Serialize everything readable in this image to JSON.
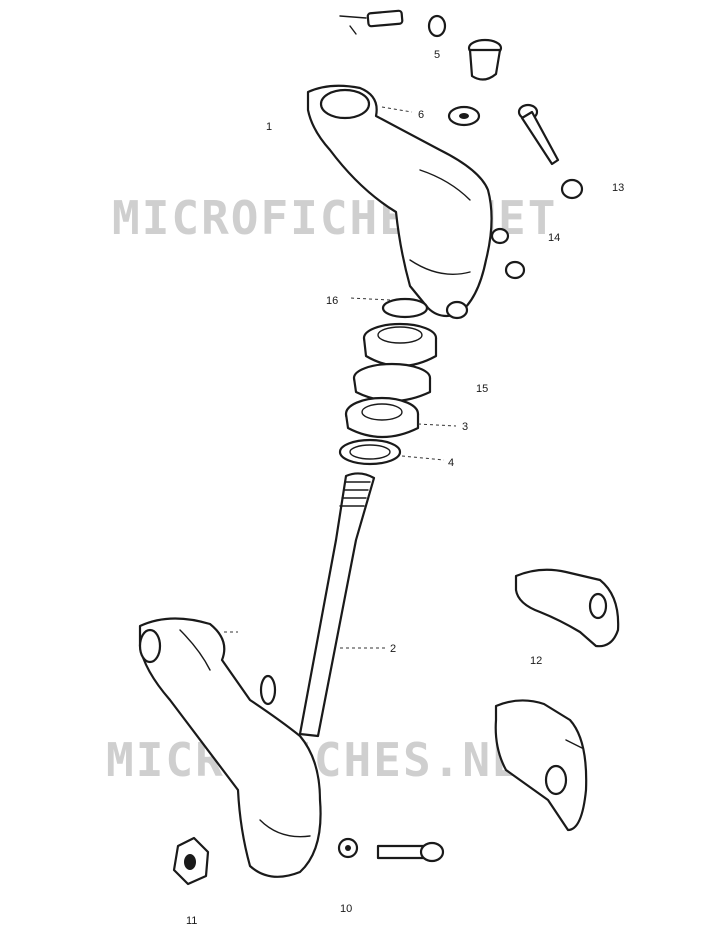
{
  "watermark": {
    "top": "MICROFICHES.NET",
    "bottom": "MICROFICHES.NET"
  },
  "callouts": {
    "c5": "5",
    "c6": "6",
    "c1a": "1",
    "c13": "13",
    "c16": "16",
    "c15": "15",
    "c3": "3",
    "c4": "4",
    "c2": "2",
    "c10": "10",
    "c11": "11",
    "c12": "12",
    "c14": "14"
  },
  "colors": {
    "line": "#1a1a1a",
    "watermark": "#cfcfcf",
    "background": "#ffffff"
  }
}
